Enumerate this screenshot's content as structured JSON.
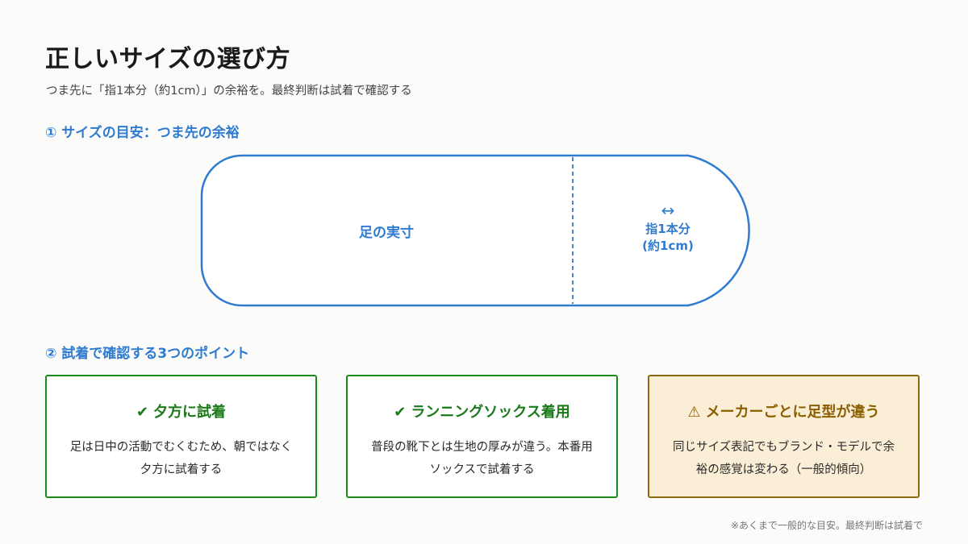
{
  "title": "正しいサイズの選び方",
  "subtitle": "つま先に「指1本分（約1cm）」の余裕を。最終判断は試着で確認する",
  "section1": {
    "heading": "① サイズの目安：つま先の余裕",
    "foot_label": "足の実寸",
    "arrow_glyph": "↔",
    "margin_line1": "指1本分",
    "margin_line2": "(約1cm)",
    "outline_color": "#2f7bd0"
  },
  "section2": {
    "heading": "② 試着で確認する3つのポイント",
    "cards": [
      {
        "icon": "check-icon",
        "icon_glyph": "✔",
        "title": "夕方に試着",
        "body": "足は日中の活動でむくむため、朝ではなく夕方に試着する",
        "border_color": "#1a8a1a"
      },
      {
        "icon": "check-icon",
        "icon_glyph": "✔",
        "title": "ランニングソックス着用",
        "body": "普段の靴下とは生地の厚みが違う。本番用ソックスで試着する",
        "border_color": "#1a8a1a"
      },
      {
        "icon": "warning-icon",
        "icon_glyph": "⚠",
        "title": "メーカーごとに足型が違う",
        "body": "同じサイズ表記でもブランド・モデルで余裕の感覚は変わる（一般的傾向）",
        "border_color": "#8a6a10"
      }
    ]
  },
  "footnote": "※あくまで一般的な目安。最終判断は試着で"
}
